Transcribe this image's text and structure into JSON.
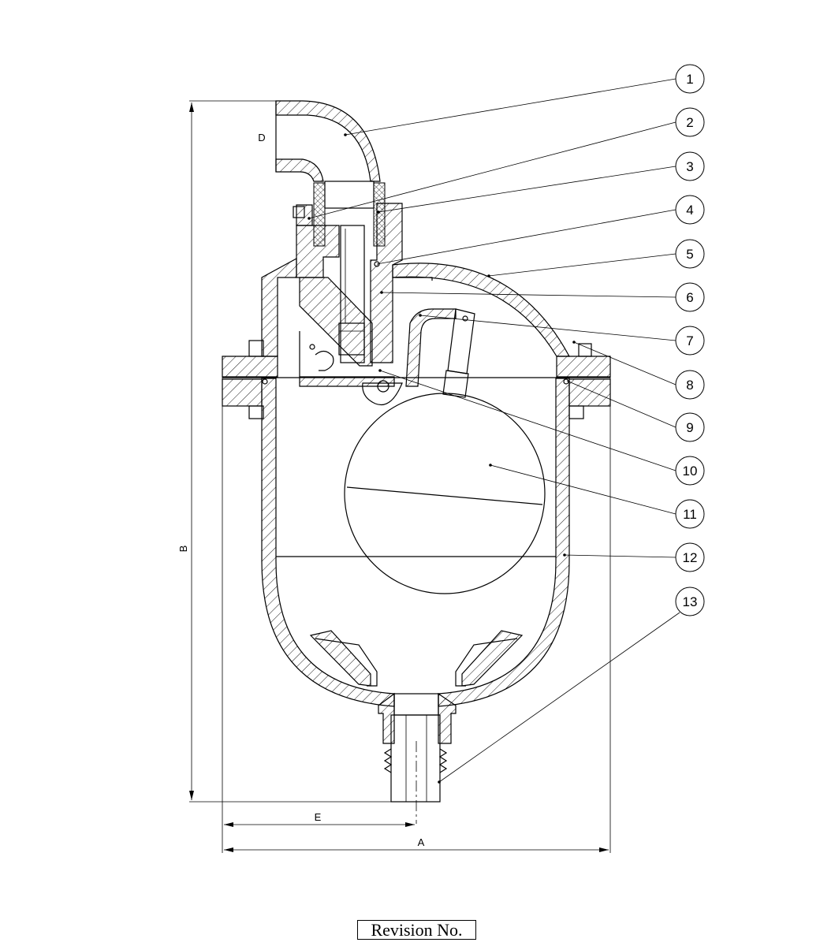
{
  "callouts": [
    "1",
    "2",
    "3",
    "4",
    "5",
    "6",
    "7",
    "8",
    "9",
    "10",
    "11",
    "12",
    "13"
  ],
  "dimensions": {
    "a": "A",
    "b": "B",
    "d": "D",
    "e": "E"
  },
  "revision_label": "Revision No."
}
